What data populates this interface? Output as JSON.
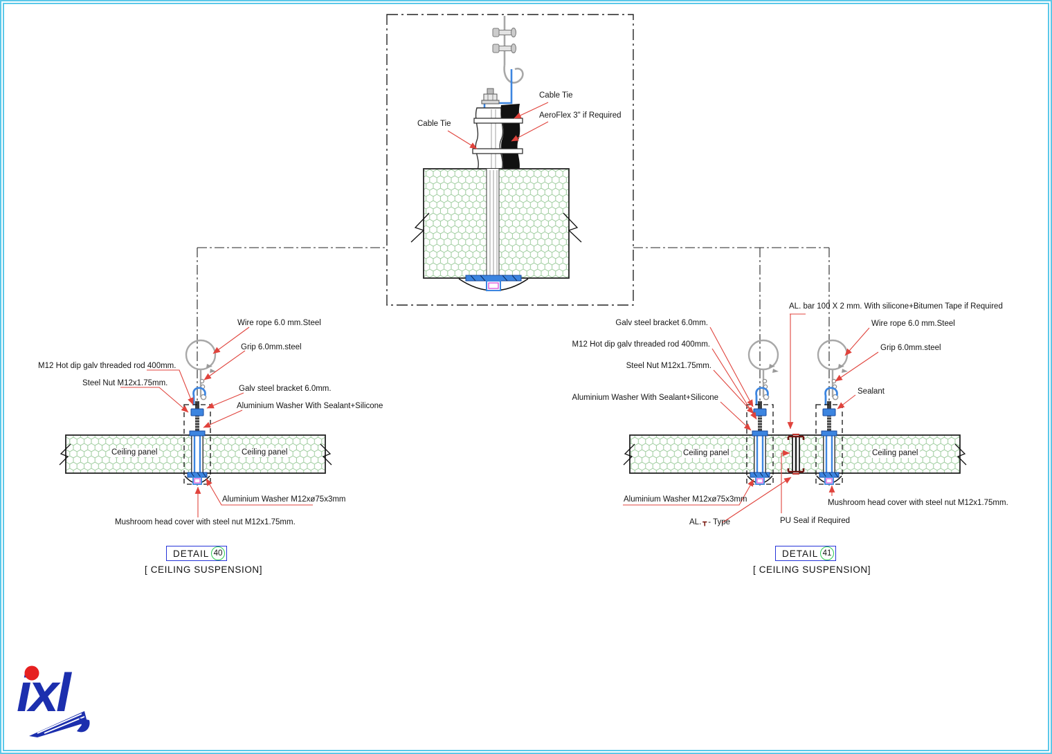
{
  "drawing": {
    "top_detail": {
      "cable_tie_left": "Cable Tie",
      "cable_tie_right": "Cable Tie",
      "aeroflex": "AeroFlex 3\" if Required"
    },
    "detail_40": {
      "wire_rope": "Wire rope 6.0 mm.Steel",
      "grip": "Grip 6.0mm.steel",
      "threaded_rod": "M12 Hot dip galv threaded rod 400mm.",
      "steel_nut": "Steel Nut M12x1.75mm.",
      "galv_bracket": "Galv steel bracket 6.0mm.",
      "washer_sealant": "Aluminium Washer With Sealant+Silicone",
      "ceiling_panel_left": "Ceiling panel",
      "ceiling_panel_right": "Ceiling panel",
      "washer_75": "Aluminium Washer M12xø75x3mm",
      "mushroom_head": "Mushroom head cover with steel nut M12x1.75mm.",
      "badge_label": "DETAIL",
      "badge_number": "40",
      "caption": "[ CEILING SUSPENSION]"
    },
    "detail_41": {
      "al_bar": "AL.  bar 100 X 2 mm. With silicone+Bitumen Tape if Required",
      "galv_bracket": "Galv steel bracket 6.0mm.",
      "threaded_rod": "M12 Hot dip galv threaded rod 400mm.",
      "steel_nut": "Steel Nut M12x1.75mm.",
      "washer_sealant": "Aluminium Washer With Sealant+Silicone",
      "wire_rope": "Wire rope 6.0 mm.Steel",
      "grip": "Grip 6.0mm.steel",
      "sealant": "Sealant",
      "ceiling_panel_left": "Ceiling panel",
      "ceiling_panel_right": "Ceiling panel",
      "washer_75": "Aluminium Washer M12xø75x3mm",
      "mushroom_head": "Mushroom head cover with steel nut M12x1.75mm.",
      "al_t_prefix": "AL.",
      "al_t_symbol": "┳",
      "al_t_suffix": "- Type",
      "pu_seal": "PU Seal if Required",
      "badge_label": "DETAIL",
      "badge_number": "41",
      "caption": "[ CEILING SUSPENSION]"
    },
    "logo": {
      "text": "ixl"
    },
    "colors": {
      "border_cyan": "#5bc8e9",
      "leader_red": "#e0433c",
      "hatch_green": "#9ccb9c",
      "part_blue": "#3c85e0",
      "badge_blue": "#2433d8",
      "badge_green": "#2ecc52",
      "logo_blue": "#1c2fae",
      "logo_red": "#e62020"
    }
  }
}
